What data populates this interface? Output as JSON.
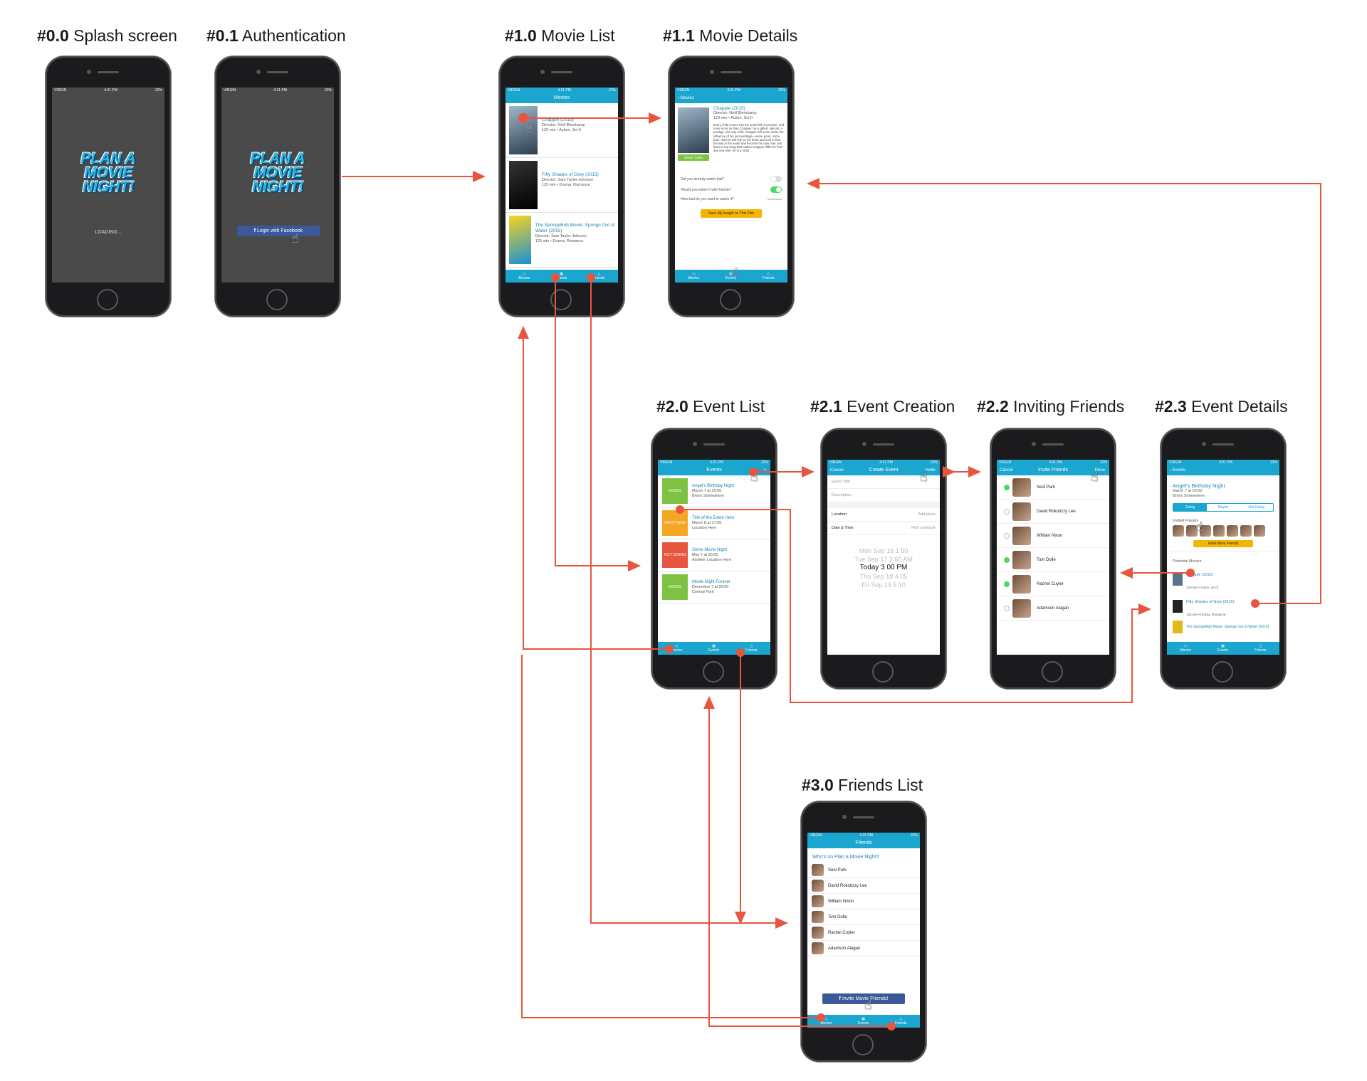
{
  "screens": {
    "s00": {
      "num": "#0.0",
      "name": "Splash screen",
      "loading": "LOADING..."
    },
    "s01": {
      "num": "#0.1",
      "name": "Authentication",
      "fb_button": "Login with Facebook"
    },
    "s10": {
      "num": "#1.0",
      "name": "Movie List",
      "title": "Movies",
      "movies": [
        {
          "title": "Chappie (2015)",
          "dir": "Director: Neill Blomkamp",
          "meta": "120 min • Action, Sci-fi"
        },
        {
          "title": "Fifty Shades of Grey (2015)",
          "dir": "Director: Sam Taylor-Johnson",
          "meta": "125 min • Drama, Romance"
        },
        {
          "title": "The SpongeBob Movie: Sponge Out of Water (2015)",
          "dir": "Director: Sam Taylor-Johnson",
          "meta": "125 min • Drama, Romance"
        }
      ],
      "tabs": [
        "Movies",
        "Events",
        "Friends"
      ]
    },
    "s11": {
      "num": "#1.1",
      "name": "Movie Details",
      "back": "Movies",
      "title": "Chappie (2015)",
      "dir": "Director: Neill Blomkamp",
      "meta": "120 min • Action, Sci-fi",
      "desc": "Every child comes into the world full of promise, and none more so than Chappie: he is gifted, special, a prodigy. Like any child, Chappie will come under the influence of his surroundings—some good, some bad—and he will rely on his heart and soul to find his way in the world and become his own man. But there's one thing that makes Chappie different from any one else: he is a robot.",
      "trailer": "Watch Trailer",
      "q1": "Did you already watch this?",
      "q2": "Would you watch it with friends?",
      "q3": "How bad do you want to watch it?",
      "save": "Save My Insight on This Film"
    },
    "s20": {
      "num": "#2.0",
      "name": "Event List",
      "title": "Events",
      "events": [
        {
          "badge": "GOING",
          "title": "Angel's Birthday Night",
          "date": "March 7 at 20:00",
          "place": "Bronx Somewhere"
        },
        {
          "badge": "RSVP NOW",
          "title": "Title of the Event Here",
          "date": "March 8 at 17:00",
          "place": "Location Here"
        },
        {
          "badge": "NOT GOING",
          "title": "Some Movie Night",
          "date": "May 7 at 20:00",
          "place": "Another Location Here"
        },
        {
          "badge": "GOING",
          "title": "Movie Night Forever",
          "date": "December 7 at 20:00",
          "place": "Central Park"
        }
      ]
    },
    "s21": {
      "num": "#2.1",
      "name": "Event Creation",
      "cancel": "Cancel",
      "title": "Create Event",
      "invite": "Invite",
      "event_title": "Event Title:",
      "description": "Description:",
      "location": "Location:",
      "add_place": "Add place",
      "datetime": "Date & Time:",
      "pick": "Pick schedule",
      "picker": [
        "Mon Sep 16   1   50",
        "Tue Sep 17   2   55   AM",
        "Today   3   00   PM",
        "Thu Sep 18   4   05",
        "Fri Sep 19   5   10"
      ]
    },
    "s22": {
      "num": "#2.2",
      "name": "Inviting Friends",
      "cancel": "Cancel",
      "title": "Invite Friends",
      "done": "Done",
      "friends": [
        "Seol Park",
        "David Rokotizzy Lee",
        "William Nixon",
        "Tom Dolle",
        "Rachel Cuyler",
        "Adamson Alagan"
      ]
    },
    "s23": {
      "num": "#2.3",
      "name": "Event Details",
      "back": "Events",
      "title": "Angel's Birthday Night",
      "date": "March 7 at 20:00",
      "place": "Bronx Somewhere",
      "going": "Going",
      "maybe": "Maybe",
      "notgoing": "Not Going",
      "invited": "Invited Friends",
      "invite_more": "Invite More Friends",
      "potential": "Potential Movies",
      "movies": [
        {
          "title": "Chappie (2015)",
          "meta": "120 min • Action, Sci-fi"
        },
        {
          "title": "Fifty Shades of Grey (2015)",
          "meta": "125 min • Drama, Romance"
        },
        {
          "title": "The SpongeBob Movie: Sponge Out of Water (2015)",
          "meta": ""
        }
      ]
    },
    "s30": {
      "num": "#3.0",
      "name": "Friends List",
      "title": "Friends",
      "question": "Who's on Plan a Movie Night?",
      "friends": [
        "Seol Park",
        "David Rokotizzy Lee",
        "William Nixon",
        "Tom Dolle",
        "Rachel Cuyler",
        "Adamson Alagan"
      ],
      "invite": "Invite Movie Friends!"
    }
  },
  "logo": {
    "l1": "PLAN A",
    "l2": "MOVIE",
    "l3": "NIGHT!"
  },
  "status": {
    "carrier": "VIRGIN",
    "time": "4:21 PM",
    "battery": "22%"
  },
  "colors": {
    "accent": "#1aa6cf",
    "flow": "#e8553e",
    "going": "#7dc242",
    "rsvp": "#f5a623",
    "notgoing": "#e8553e",
    "facebook": "#3b5998"
  }
}
